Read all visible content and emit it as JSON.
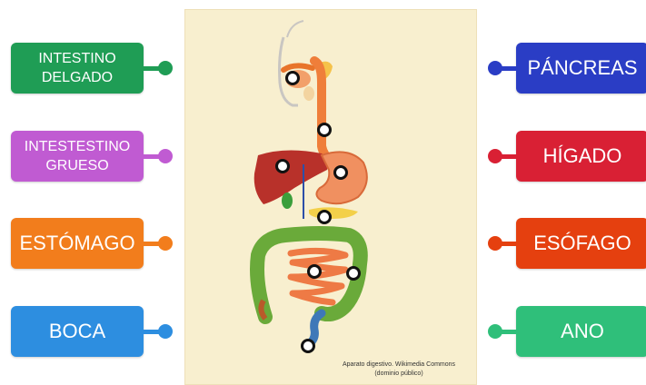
{
  "left_cards": [
    {
      "label_line1": "INTESTINO",
      "label_line2": "DELGADO",
      "color": "#1f9d55"
    },
    {
      "label_line1": "INTESTESTINO",
      "label_line2": "GRUESO",
      "color": "#c05bd2"
    },
    {
      "label": "ESTÓMAGO",
      "color": "#f27d1c"
    },
    {
      "label": "BOCA",
      "color": "#2d8ee0"
    }
  ],
  "right_cards": [
    {
      "label": "PÁNCREAS",
      "color": "#2a3dc5"
    },
    {
      "label": "HÍGADO",
      "color": "#d92034"
    },
    {
      "label": "ESÓFAGO",
      "color": "#e5400f"
    },
    {
      "label": "ANO",
      "color": "#2fbf7a"
    }
  ],
  "image": {
    "caption_line1": "Aparato digestivo. Wikimedia Commons",
    "caption_line2": "(dominio público)"
  }
}
